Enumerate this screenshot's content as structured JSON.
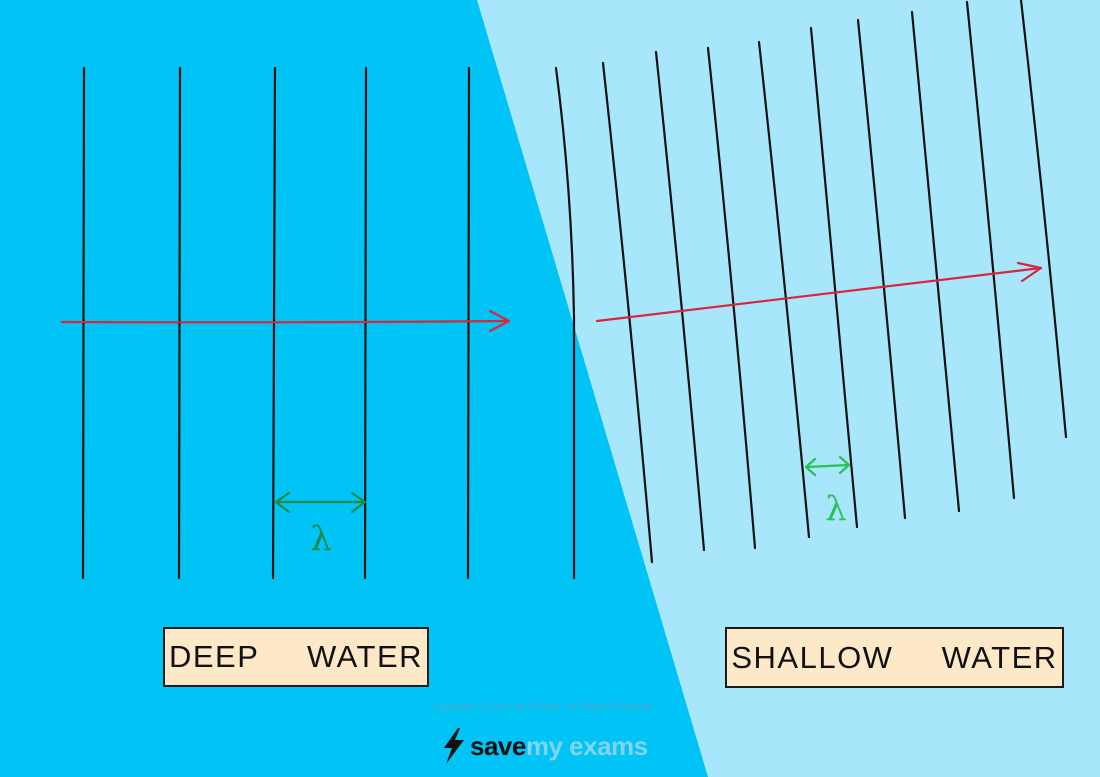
{
  "colors": {
    "deep_water": "#00c4f5",
    "shallow_water": "#a8e6fb",
    "wavefront": "#111111",
    "direction_arrow": "#d7263d",
    "wavelength_deep": "#1f8a43",
    "wavelength_shallow": "#27c257",
    "label_fill": "#fde9c8"
  },
  "regions": {
    "deep": {
      "label": "DEEP  WATER",
      "wavelength_symbol": "λ"
    },
    "shallow": {
      "label": "SHALLOW  WATER",
      "wavelength_symbol": "λ"
    }
  },
  "footer": {
    "copyright": "Copyright © Save My Exams. All Rights Reserved",
    "logo_save": "save",
    "logo_myexams": "my exams"
  }
}
